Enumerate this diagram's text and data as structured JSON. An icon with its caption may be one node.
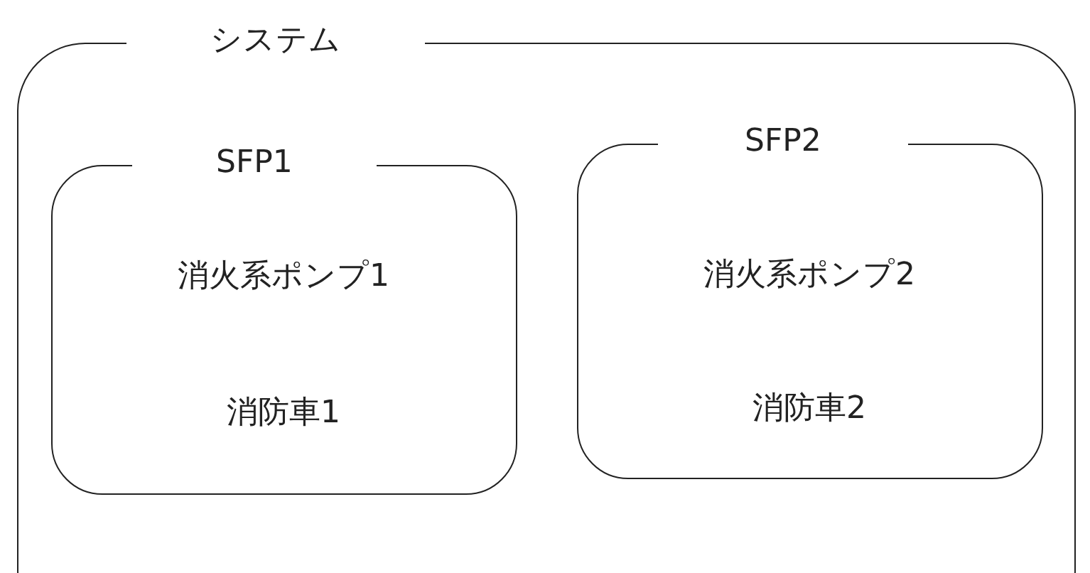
{
  "diagram": {
    "nodes": [
      {
        "text": [
          "システム"
        ]
      },
      {
        "text": [
          "SFP1",
          "消火系ポンプ1",
          "消防車1"
        ],
        "in": 0
      },
      {
        "text": [
          "SFP2",
          "消火系ポンプ2",
          "消防車2"
        ],
        "in": 0
      }
    ]
  }
}
